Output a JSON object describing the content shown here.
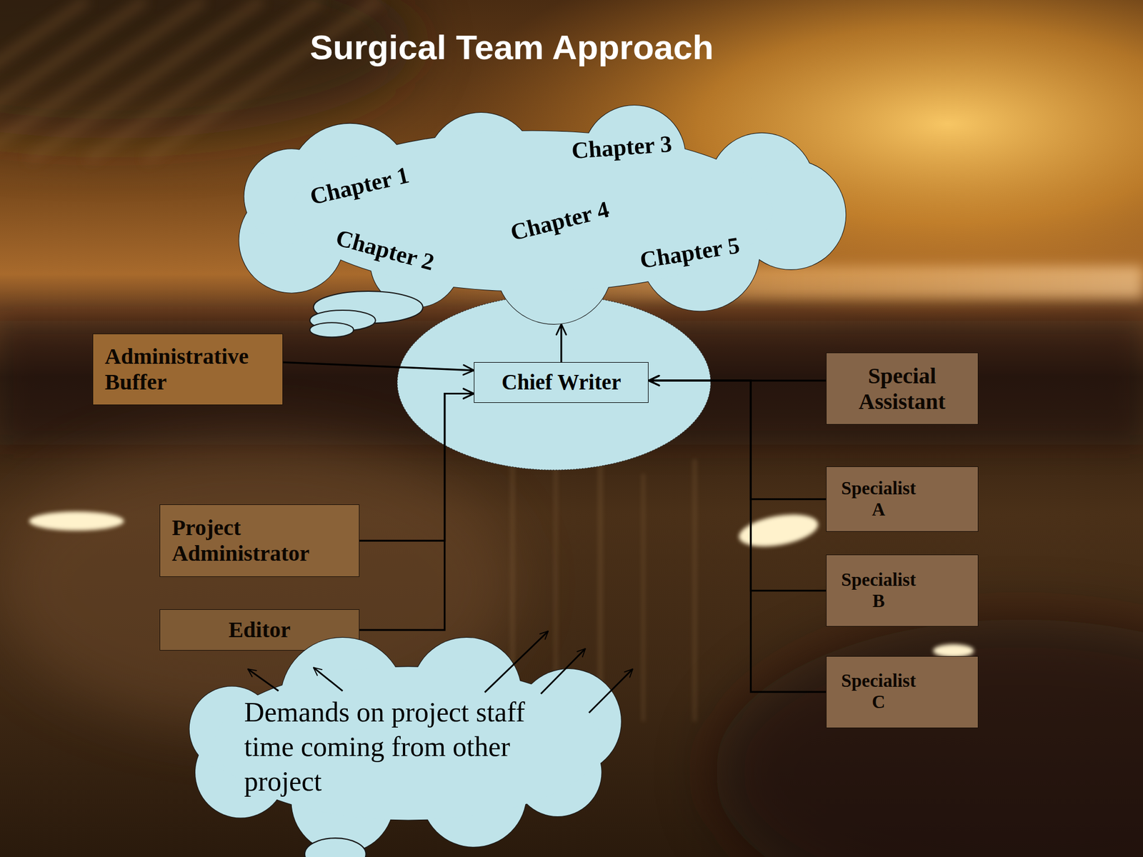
{
  "diagram": {
    "title": "Surgical Team Approach",
    "nodes": [
      {
        "text": [
          "Chapter 1",
          "Chapter 2",
          "Chapter 3",
          "Chapter 4",
          "Chapter 5"
        ]
      },
      {
        "text": [
          "Administrative Buffer"
        ]
      },
      {
        "text": [
          "Chief Writer"
        ]
      },
      {
        "text": [
          "Special Assistant"
        ]
      },
      {
        "text": [
          "Project Administrator"
        ]
      },
      {
        "text": [
          "Editor"
        ]
      },
      {
        "text": [
          "Specialist A"
        ]
      },
      {
        "text": [
          "Specialist B"
        ]
      },
      {
        "text": [
          "Specialist C"
        ]
      },
      {
        "text": [
          "Demands on project staff time coming from other project"
        ]
      }
    ],
    "edges": [
      {
        "from": 2,
        "to": 0,
        "arrow": "to"
      },
      {
        "from": 1,
        "to": 2,
        "arrow": "to"
      },
      {
        "from": 4,
        "to": 2,
        "arrow": "to"
      },
      {
        "from": 5,
        "to": 2,
        "arrow": "to"
      },
      {
        "from": 3,
        "to": 2,
        "arrow": "to"
      },
      {
        "from": 6,
        "to": 2,
        "arrow": "to"
      },
      {
        "from": 7,
        "to": 2,
        "arrow": "to"
      },
      {
        "from": 8,
        "to": 2,
        "arrow": "to"
      }
    ]
  }
}
